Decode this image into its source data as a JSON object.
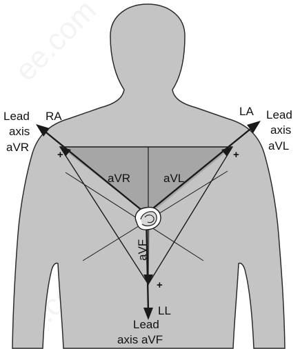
{
  "diagram": {
    "labels": {
      "lead_axis_avr_line1": "Lead",
      "lead_axis_avr_line2": "axis",
      "lead_axis_avr_line3": "aVR",
      "ra": "RA",
      "la": "LA",
      "lead_axis_avl_line1": "Lead",
      "lead_axis_avl_line2": "axis",
      "lead_axis_avl_line3": "aVL",
      "avr": "aVR",
      "avl": "aVL",
      "avf": "aVF",
      "ll": "LL",
      "lead_axis_avf_line1": "Lead",
      "lead_axis_avf_line2": "axis aVF",
      "plus": "+"
    },
    "colors": {
      "body_fill": "#c4c4c4",
      "body_stroke": "#2a2a2a",
      "triangle_fill": "#a6a6a6",
      "line": "#1a1a1a"
    }
  }
}
